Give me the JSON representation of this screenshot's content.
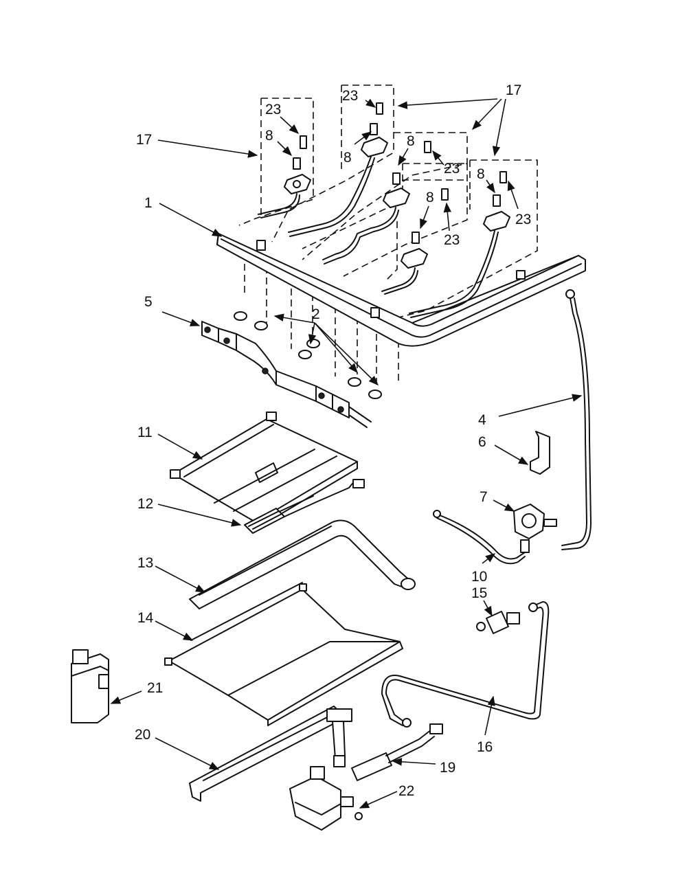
{
  "callouts": {
    "c1": "1",
    "c2": "2",
    "c4": "4",
    "c5": "5",
    "c6": "6",
    "c7": "7",
    "c8a": "8",
    "c8b": "8",
    "c8c": "8",
    "c8d": "8",
    "c8e": "8",
    "c10": "10",
    "c11": "11",
    "c12": "12",
    "c13": "13",
    "c14": "14",
    "c15": "15",
    "c16": "16",
    "c17a": "17",
    "c17b": "17",
    "c19": "19",
    "c20": "20",
    "c21": "21",
    "c22": "22",
    "c23a": "23",
    "c23b": "23",
    "c23c": "23",
    "c23d": "23",
    "c23e": "23"
  },
  "colors": {
    "ink": "#111111",
    "paper": "#ffffff"
  }
}
